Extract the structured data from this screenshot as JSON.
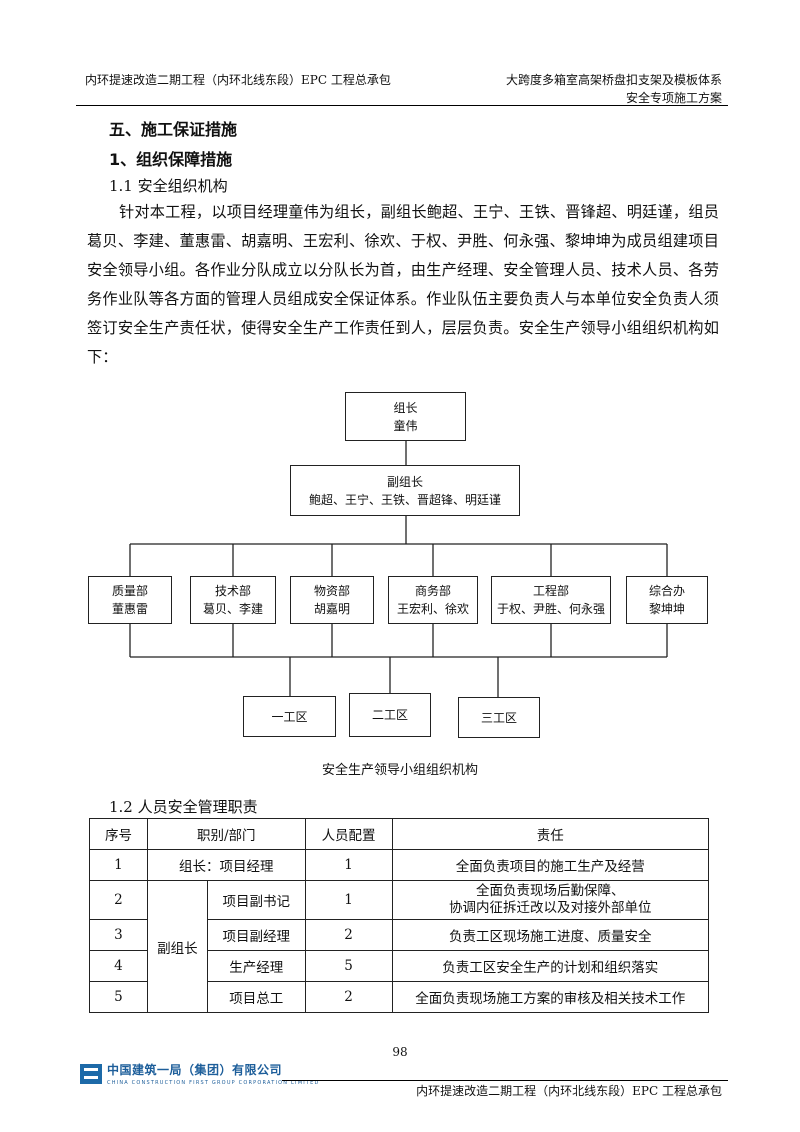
{
  "header": {
    "left": "内环提速改造二期工程（内环北线东段）EPC 工程总承包",
    "right_line1": "大跨度多箱室高架桥盘扣支架及模板体系",
    "right_line2": "安全专项施工方案"
  },
  "section": {
    "title": "五、施工保证措施",
    "subtitle": "1、组织保障措施",
    "sub1": "1.1 安全组织机构",
    "paragraph": "针对本工程，以项目经理童伟为组长，副组长鲍超、王宁、王铁、晋锋超、明廷谨，组员葛贝、李建、董惠雷、胡嘉明、王宏利、徐欢、于权、尹胜、何永强、黎坤坤为成员组建项目安全领导小组。各作业分队成立以分队长为首，由生产经理、安全管理人员、技术人员、各劳务作业队等各方面的管理人员组成安全保证体系。作业队伍主要负责人与本单位安全负责人须签订安全生产责任状，使得安全生产工作责任到人，层层负责。安全生产领导小组组织机构如下："
  },
  "org_chart": {
    "leader": {
      "title": "组长",
      "name": "童伟"
    },
    "deputy": {
      "title": "副组长",
      "names": "鲍超、王宁、王铁、晋超锋、明廷谨"
    },
    "departments": [
      {
        "title": "质量部",
        "names": "董惠雷"
      },
      {
        "title": "技术部",
        "names": "葛贝、李建"
      },
      {
        "title": "物资部",
        "names": "胡嘉明"
      },
      {
        "title": "商务部",
        "names": "王宏利、徐欢"
      },
      {
        "title": "工程部",
        "names": "于权、尹胜、何永强"
      },
      {
        "title": "综合办",
        "names": "黎坤坤"
      }
    ],
    "zones": [
      "一工区",
      "二工区",
      "三工区"
    ],
    "caption": "安全生产领导小组组织机构"
  },
  "responsibility": {
    "title": "1.2 人员安全管理职责",
    "headers": {
      "no": "序号",
      "role": "职别/部门",
      "count": "人员配置",
      "duty": "责任"
    },
    "deputy_group": "副组长",
    "rows": [
      {
        "no": "1",
        "role": "组长：项目经理",
        "count": "1",
        "duty": "全面负责项目的施工生产及经营"
      },
      {
        "no": "2",
        "role": "项目副书记",
        "count": "1",
        "duty_line1": "全面负责现场后勤保障、",
        "duty_line2": "协调内征拆迁改以及对接外部单位"
      },
      {
        "no": "3",
        "role": "项目副经理",
        "count": "2",
        "duty": "负责工区现场施工进度、质量安全"
      },
      {
        "no": "4",
        "role": "生产经理",
        "count": "5",
        "duty": "负责工区安全生产的计划和组织落实"
      },
      {
        "no": "5",
        "role": "项目总工",
        "count": "2",
        "duty": "全面负责现场施工方案的审核及相关技术工作"
      }
    ]
  },
  "footer": {
    "page_number": "98",
    "company_cn": "中国建筑一局（集团）有限公司",
    "company_en": "CHINA CONSTRUCTION FIRST GROUP CORPORATION LIMITED",
    "right": "内环提速改造二期工程（内环北线东段）EPC 工程总承包"
  },
  "colors": {
    "logo_blue": "#1d6aa8"
  }
}
